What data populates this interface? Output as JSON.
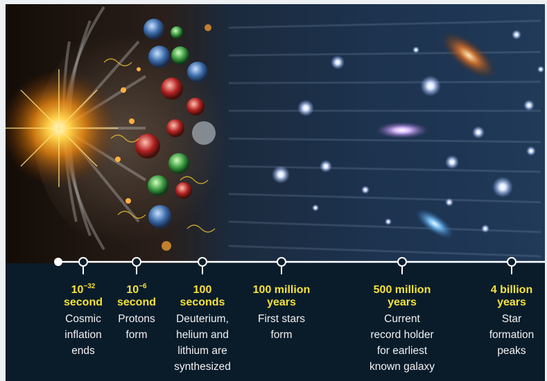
{
  "timeline": {
    "milestones": [
      {
        "time_base": "10",
        "time_exp": "−32",
        "time_unit": "second",
        "description": [
          "Cosmic",
          "inflation",
          "ends"
        ]
      },
      {
        "time_base": "10",
        "time_exp": "−6",
        "time_unit": "second",
        "description": [
          "Protons",
          "form"
        ]
      },
      {
        "time_base": "100",
        "time_exp": "",
        "time_unit": "seconds",
        "description": [
          "Deuterium,",
          "helium and",
          "lithium are",
          "synthesized"
        ]
      },
      {
        "time_base": "100 million",
        "time_exp": "",
        "time_unit": "years",
        "description": [
          "First stars",
          "form"
        ]
      },
      {
        "time_base": "500 million",
        "time_exp": "",
        "time_unit": "years",
        "description": [
          "Current",
          "record holder",
          "for earliest",
          "known galaxy"
        ]
      },
      {
        "time_base": "4 billion",
        "time_exp": "",
        "time_unit": "years",
        "description": [
          "Star",
          "formation",
          "peaks"
        ]
      }
    ]
  },
  "colors": {
    "label_highlight": "#f6e23a",
    "label_text": "#f2f2f2",
    "timeline": "#ffffff",
    "background": "#081420"
  }
}
